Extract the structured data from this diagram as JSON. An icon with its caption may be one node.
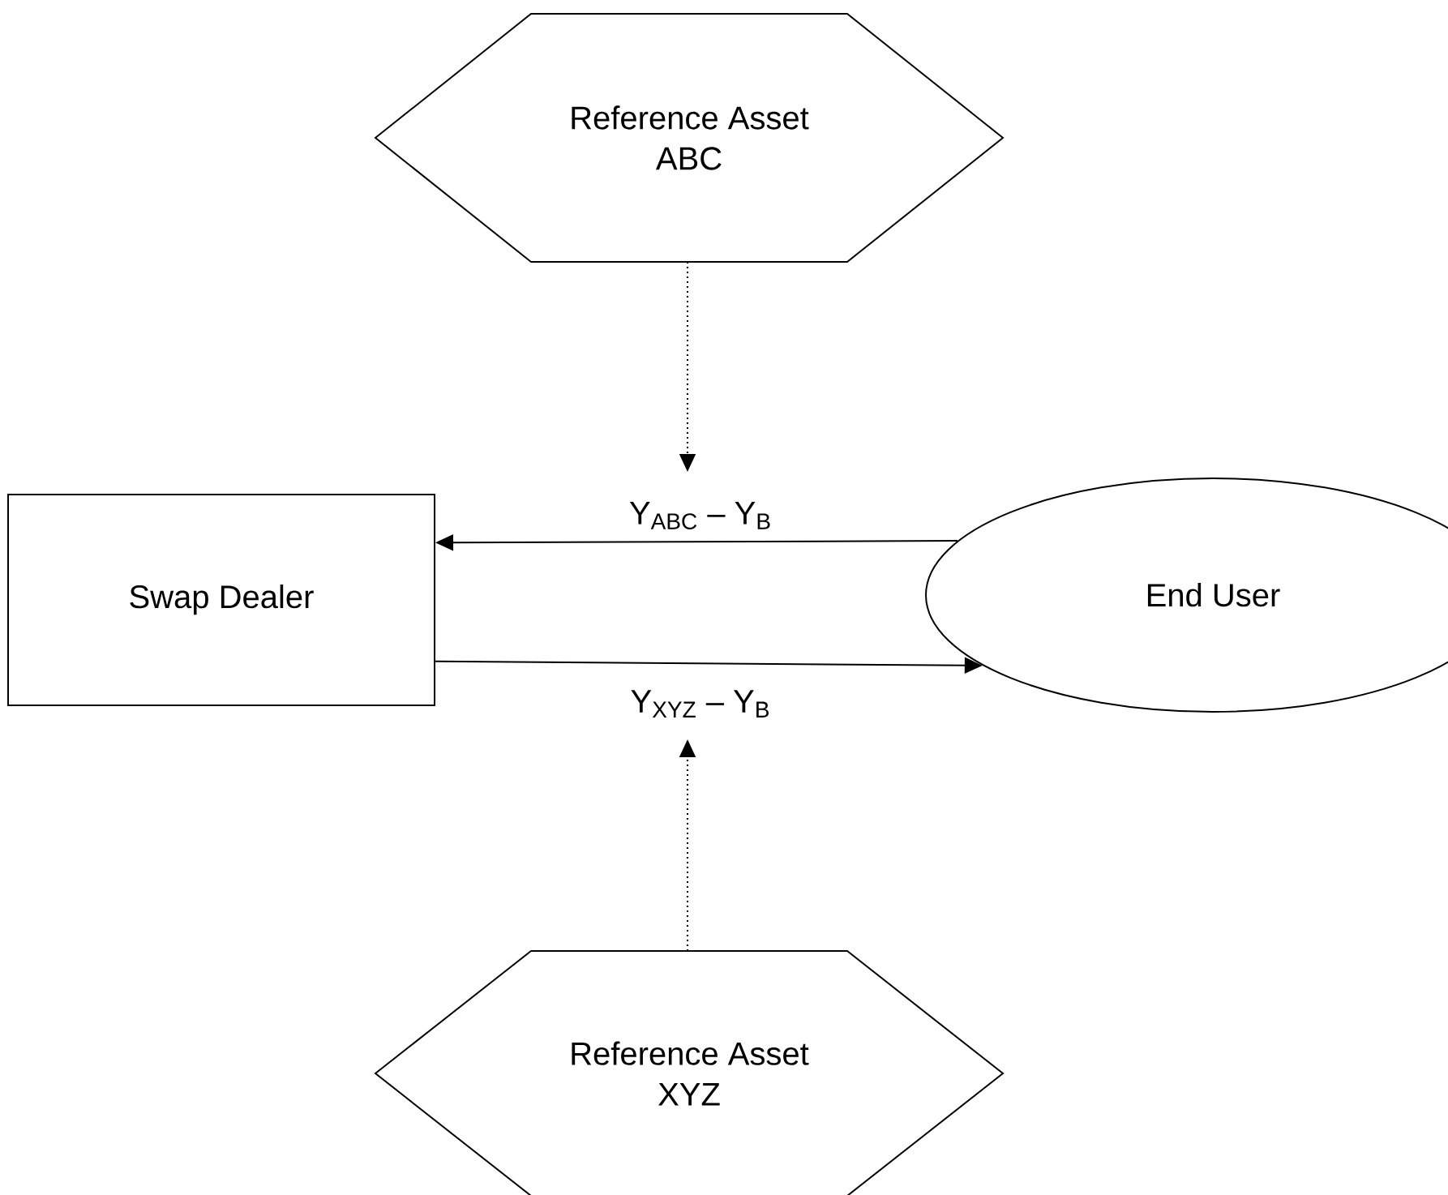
{
  "diagram": {
    "nodes": [
      {
        "text": [
          "Reference Asset ABC"
        ]
      },
      {
        "text": [
          "Swap Dealer"
        ]
      },
      {
        "text": [
          "End User"
        ]
      },
      {
        "text": [
          "Reference Asset XYZ"
        ]
      }
    ],
    "edges": [
      {
        "from": 2,
        "to": 1,
        "arrow": "to",
        "label": "Y$_{ABC}$ – Y$_{B}$"
      },
      {
        "from": 1,
        "to": 2,
        "arrow": "to",
        "label": "Y$_{XYZ}$ – Y$_{B}$"
      },
      {
        "from": 0,
        "to": null,
        "arrow": "to",
        "style": "dashed"
      },
      {
        "from": 3,
        "to": null,
        "arrow": "to",
        "style": "dashed"
      }
    ]
  }
}
